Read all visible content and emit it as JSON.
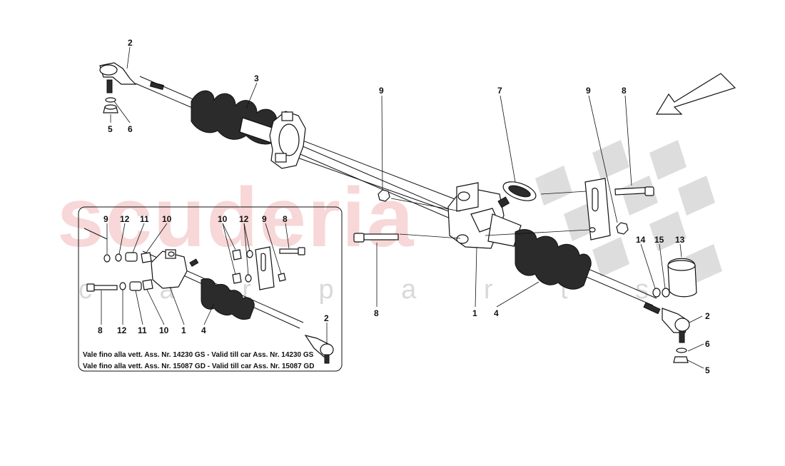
{
  "watermark": {
    "brand": "scuderia",
    "subtitle": "c a r p a r t s"
  },
  "inset_notes": [
    "Vale fino alla vett. Ass. Nr. 14230 GS - Valid till car Ass. Nr. 14230 GS",
    "Vale fino alla vett. Ass. Nr. 15087 GD - Valid till car Ass. Nr. 15087 GD"
  ],
  "callouts": {
    "main": [
      "2",
      "3",
      "5",
      "6",
      "9",
      "7",
      "9",
      "8",
      "8",
      "1",
      "4",
      "14",
      "15",
      "13",
      "2",
      "6",
      "5"
    ],
    "inset": [
      "9",
      "12",
      "11",
      "10",
      "10",
      "12",
      "9",
      "8",
      "8",
      "12",
      "11",
      "10",
      "1",
      "4",
      "2"
    ]
  },
  "icons": {
    "direction": "arrow-icon",
    "checker": "checkered-flag-icon"
  },
  "colors": {
    "watermark_red": "#f2b8b8",
    "watermark_grey": "#d9d9d9",
    "ink": "#111111"
  }
}
